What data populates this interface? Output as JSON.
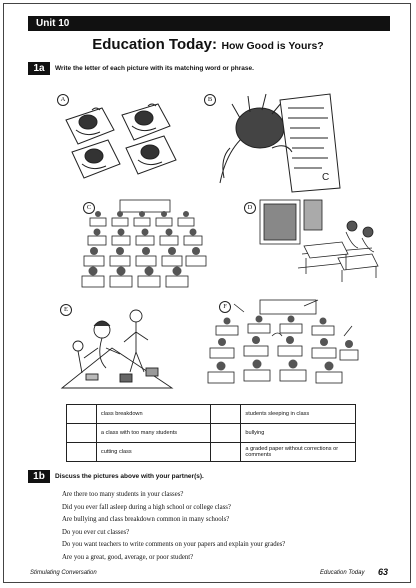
{
  "unit": {
    "label": "Unit 10"
  },
  "title": {
    "main": "Education Today:",
    "sub": "How Good is Yours?"
  },
  "section_1a": {
    "label": "1a",
    "instruction": "Write the letter of each picture with its matching word or phrase.",
    "picture_letters": [
      "A",
      "B",
      "C",
      "D",
      "E",
      "F"
    ]
  },
  "match_table": {
    "rows": [
      [
        "class breakdown",
        "students sleeping in class"
      ],
      [
        "a class with too many students",
        "bullying"
      ],
      [
        "cutting class",
        "a graded paper without corrections or comments"
      ]
    ]
  },
  "section_1b": {
    "label": "1b",
    "instruction": "Discuss the pictures above  with your partner(s).",
    "questions": [
      "Are there too many students in your classes?",
      "Did you ever fall asleep during a high school or college class?",
      "Are bullying and class breakdown common in many schools?",
      "Do you ever cut classes?",
      "Do you want teachers to write comments on your papers and explain your grades?",
      "Are you a great, good, average, or poor student?"
    ]
  },
  "footer": {
    "left": "Stimulating Conversation",
    "right": "Education Today",
    "page_number": "63"
  }
}
